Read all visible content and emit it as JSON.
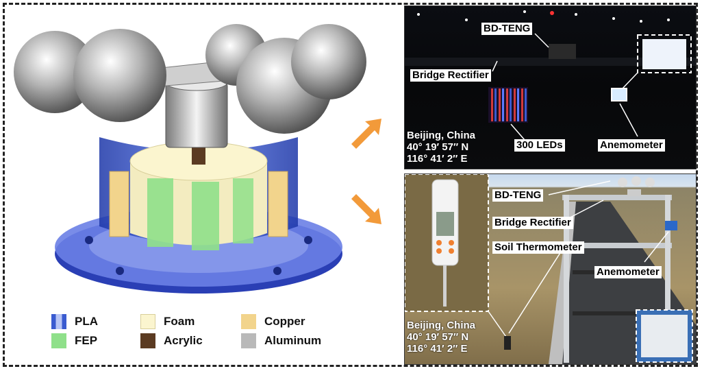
{
  "legend": [
    {
      "label": "PLA",
      "color": "#3a5bd0",
      "stripe": "#b9c6f5"
    },
    {
      "label": "Foam",
      "color": "#fbf5cf"
    },
    {
      "label": "Copper",
      "color": "#f2d48c"
    },
    {
      "label": "FEP",
      "color": "#8fe08a"
    },
    {
      "label": "Acrylic",
      "color": "#5b3b22"
    },
    {
      "label": "Aluminum",
      "color": "#b9b9b9"
    }
  ],
  "night_photo": {
    "labels": {
      "bd_teng": "BD-TENG",
      "bridge_rectifier": "Bridge Rectifier",
      "leds": "300 LEDs",
      "anemometer": "Anemometer"
    },
    "location": {
      "city": "Beijing, China",
      "lat": "40° 19′ 57″ N",
      "lon": "116° 41′ 2″ E"
    }
  },
  "day_photo": {
    "labels": {
      "bd_teng": "BD-TENG",
      "bridge_rectifier": "Bridge Rectifier",
      "soil_thermometer": "Soil Thermometer",
      "anemometer": "Anemometer"
    },
    "location": {
      "city": "Beijing, China",
      "lat": "40° 19′ 57″ N",
      "lon": "116° 41′ 2″ E"
    }
  }
}
